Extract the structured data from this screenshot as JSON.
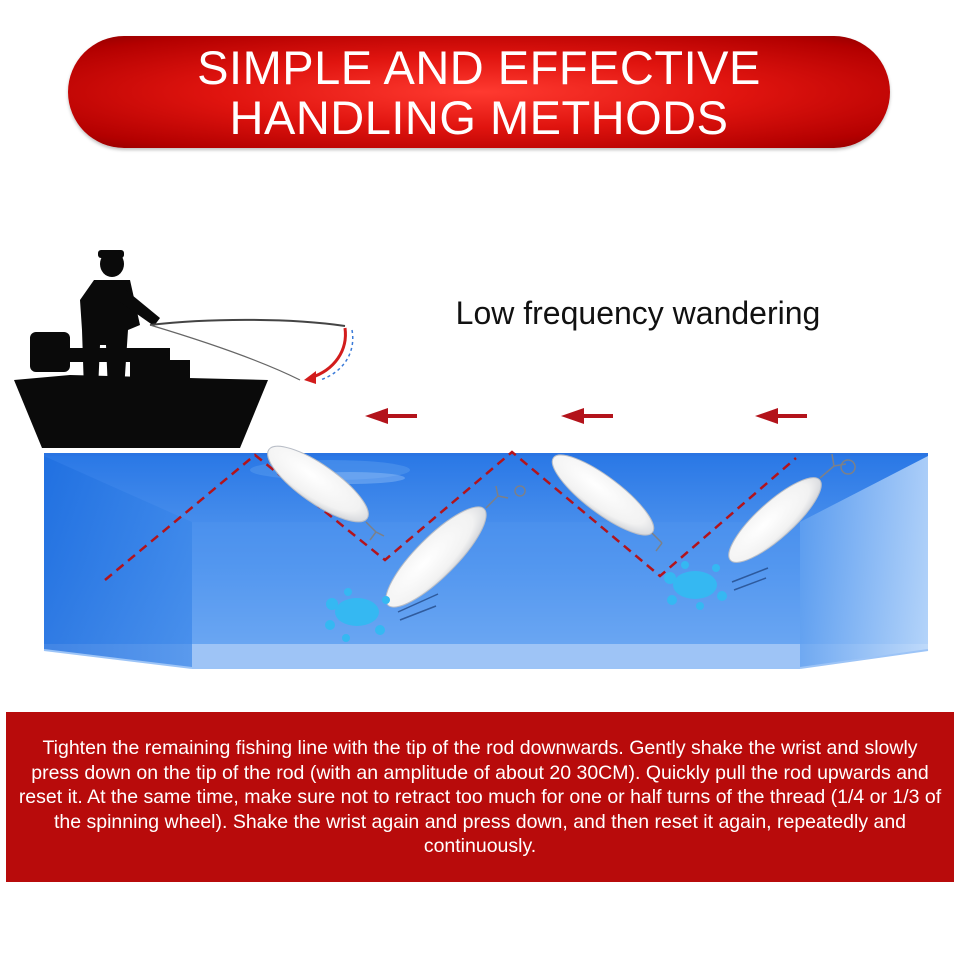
{
  "title": {
    "line1": "SIMPLE AND EFFECTIVE",
    "line2": "HANDLING METHODS"
  },
  "subtitle": "Low frequency wandering",
  "description": "Tighten the remaining fishing line with the tip of the rod downwards. Gently shake the wrist and slowly press down on the tip of the rod (with an amplitude of about 20 30CM). Quickly pull the rod upwards and reset it. At the same time, make sure not to retract too much for one or half turns of the thread (1/4 or 1/3 of the spinning wheel). Shake the wrist again and press down, and then reset it again, repeatedly and continuously.",
  "colors": {
    "banner_red": "#d10c0c",
    "description_red": "#b80b0b",
    "water_blue": "#2f7ee8",
    "path_dashed": "#b3131b",
    "arrow": "#b3131b"
  },
  "icons": [
    "fisherman-silhouette-icon",
    "boat-silhouette-icon",
    "fishing-lure-icon",
    "water-splash-icon",
    "left-arrow-icon"
  ]
}
